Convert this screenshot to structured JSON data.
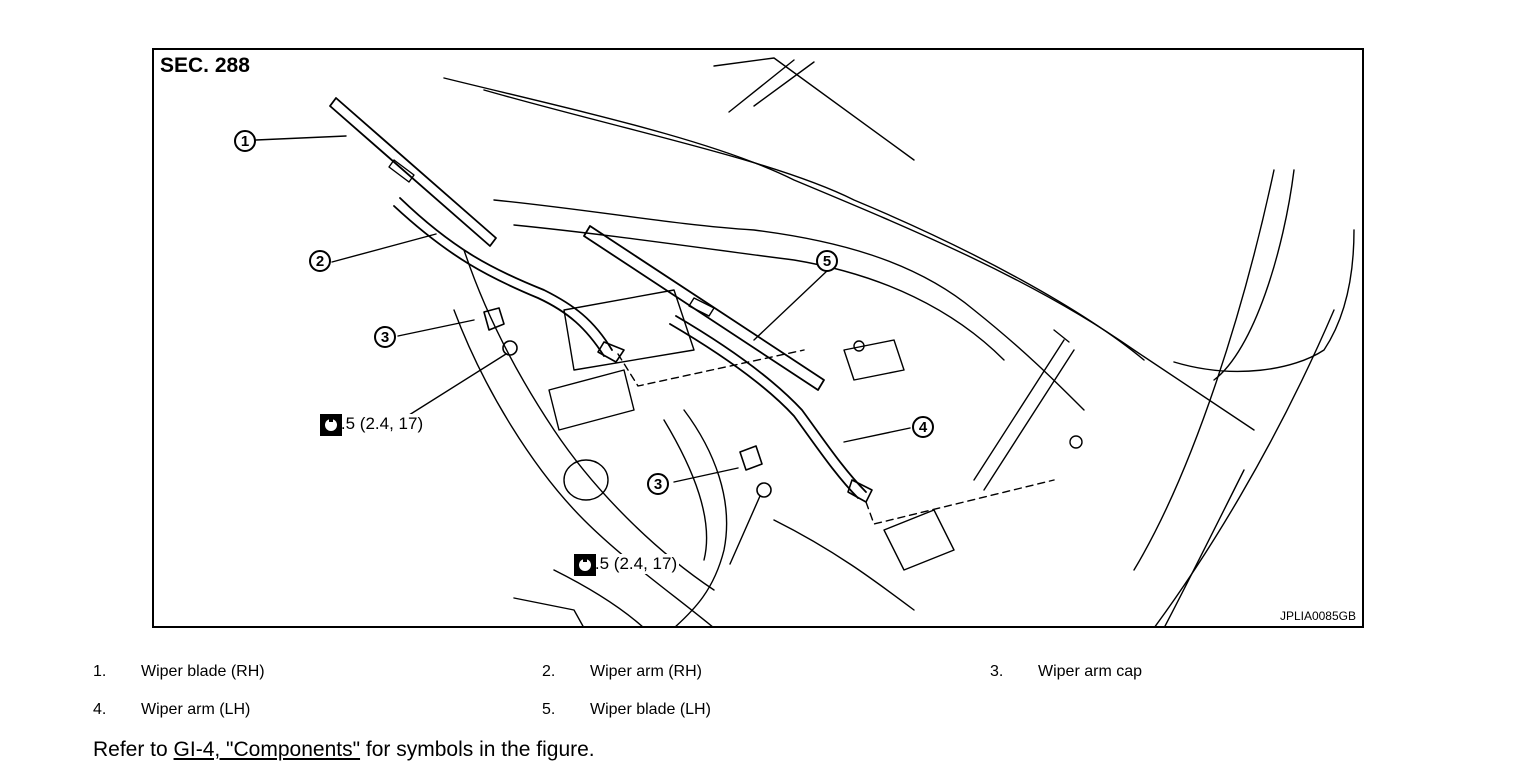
{
  "figure": {
    "section": "SEC. 288",
    "figure_id": "JPLIA0085GB",
    "callouts": [
      "1",
      "2",
      "3",
      "3",
      "4",
      "5"
    ],
    "torque_icon": "torque-wrench-icon",
    "torque_spec_upper": "23.5 (2.4, 17)",
    "torque_spec_lower": "23.5 (2.4, 17)"
  },
  "legend": [
    {
      "num": "1.",
      "label": "Wiper blade (RH)"
    },
    {
      "num": "2.",
      "label": "Wiper arm (RH)"
    },
    {
      "num": "3.",
      "label": "Wiper arm cap"
    },
    {
      "num": "4.",
      "label": "Wiper arm (LH)"
    },
    {
      "num": "5.",
      "label": "Wiper blade (LH)"
    }
  ],
  "reference": {
    "prefix": "Refer to ",
    "link": "GI-4, \"Components\"",
    "suffix": " for symbols in the figure."
  }
}
